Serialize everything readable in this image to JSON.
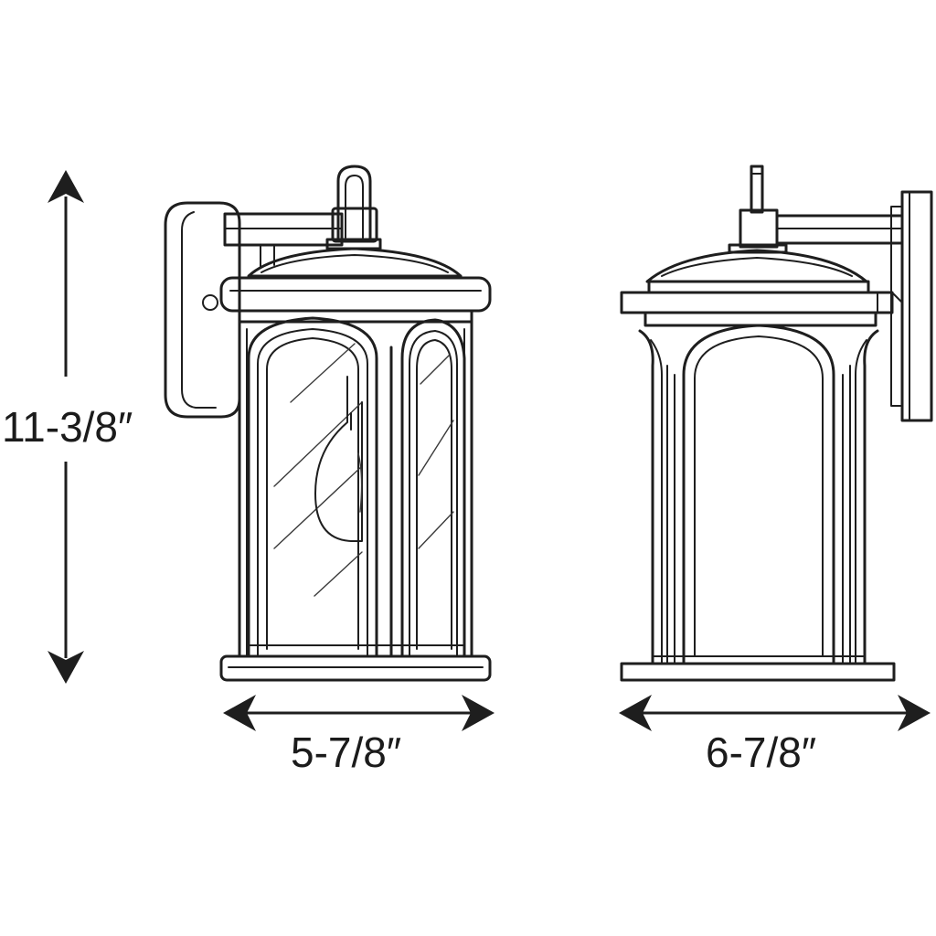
{
  "dimensions": {
    "height": "11-3/8″",
    "width_front": "5-7/8″",
    "width_side": "6-7/8″"
  },
  "colors": {
    "line": "#1e1e1e",
    "background": "#ffffff"
  }
}
